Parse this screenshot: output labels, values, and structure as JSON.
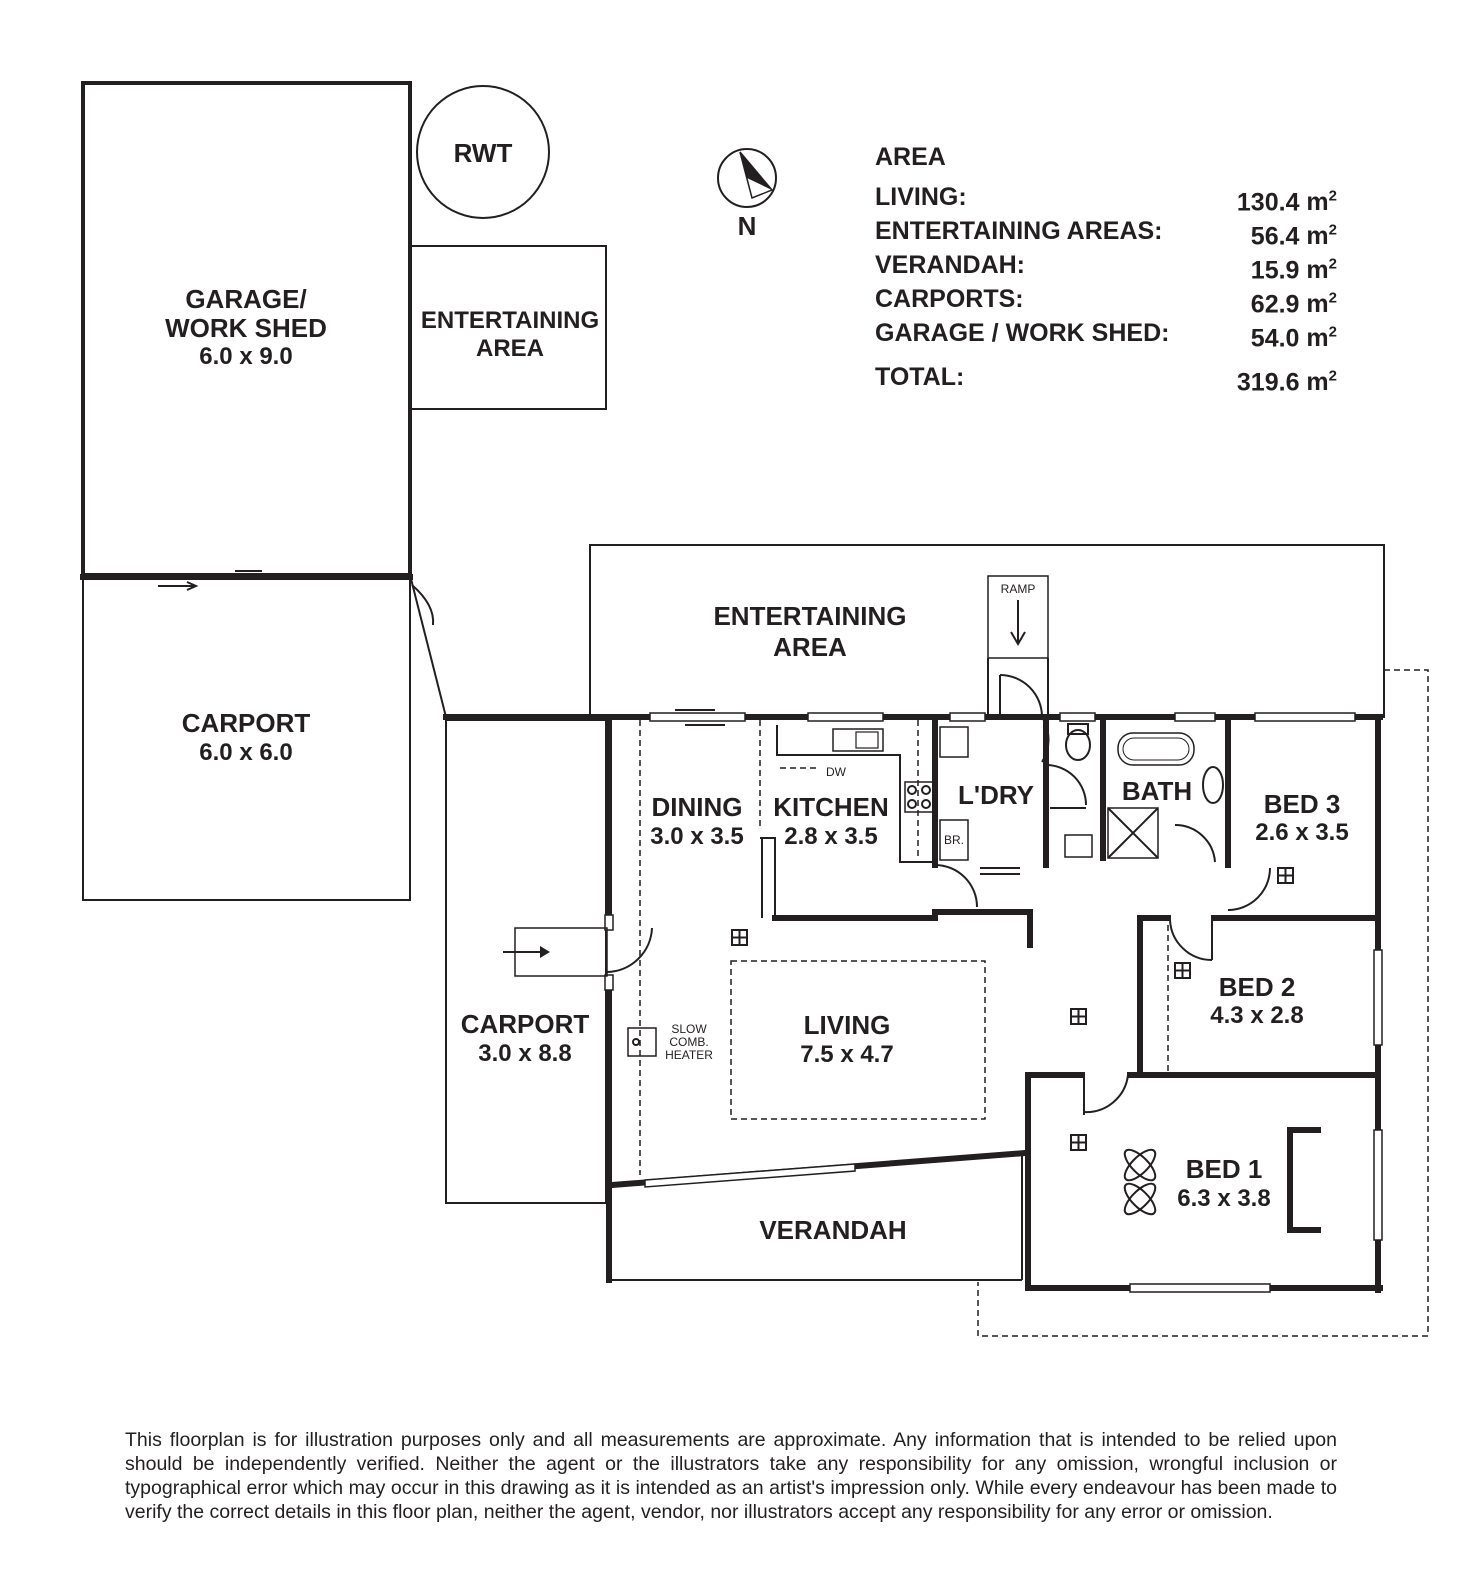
{
  "compass": {
    "label": "N",
    "icon": "north-arrow-icon"
  },
  "rooms": {
    "rwt": {
      "name": "RWT"
    },
    "garage": {
      "name1": "GARAGE/",
      "name2": "WORK SHED",
      "dims": "6.0 x 9.0"
    },
    "entertaining_small": {
      "name1": "ENTERTAINING",
      "name2": "AREA"
    },
    "carport_top": {
      "name": "CARPORT",
      "dims": "6.0 x 6.0"
    },
    "entertaining_main": {
      "name1": "ENTERTAINING",
      "name2": "AREA"
    },
    "ramp": {
      "name": "RAMP"
    },
    "dining": {
      "name": "DINING",
      "dims": "3.0 x 3.5"
    },
    "kitchen": {
      "name": "KITCHEN",
      "dims": "2.8 x 3.5",
      "dw": "DW"
    },
    "laundry": {
      "name": "L'DRY",
      "br": "BR."
    },
    "bath": {
      "name": "BATH"
    },
    "bed3": {
      "name": "BED 3",
      "dims": "2.6 x 3.5"
    },
    "bed2": {
      "name": "BED 2",
      "dims": "4.3 x 2.8"
    },
    "bed1": {
      "name": "BED 1",
      "dims": "6.3 x 3.8"
    },
    "living": {
      "name": "LIVING",
      "dims": "7.5 x 4.7"
    },
    "carport_side": {
      "name": "CARPORT",
      "dims": "3.0 x 8.8"
    },
    "heater": {
      "line1": "SLOW",
      "line2": "COMB.",
      "line3": "HEATER"
    },
    "verandah": {
      "name": "VERANDAH"
    }
  },
  "area_summary": {
    "title": "AREA",
    "unit": "m",
    "rows": [
      {
        "label": "LIVING:",
        "value": "130.4"
      },
      {
        "label": "ENTERTAINING AREAS:",
        "value": "56.4"
      },
      {
        "label": "VERANDAH:",
        "value": "15.9"
      },
      {
        "label": "CARPORTS:",
        "value": "62.9"
      },
      {
        "label": "GARAGE / WORK SHED:",
        "value": "54.0"
      }
    ],
    "total": {
      "label": "TOTAL:",
      "value": "319.6"
    }
  },
  "disclaimer": "This floorplan is for illustration purposes only and all measurements are approximate. Any information that is intended to be relied upon should be independently verified. Neither the agent or the illustrators take any responsibility for any omission, wrongful inclusion or typographical error which may occur in this drawing as it is intended as an artist's impression only. While every endeavour has been made to verify the correct details in this floor plan, neither the agent, vendor, nor illustrators accept any responsibility for any error or omission."
}
